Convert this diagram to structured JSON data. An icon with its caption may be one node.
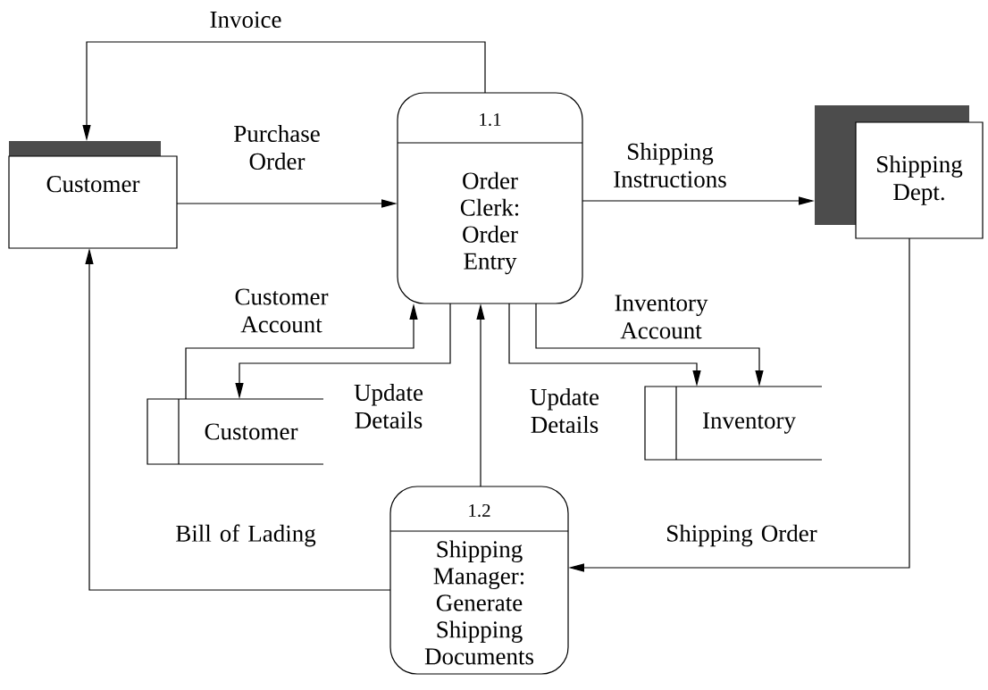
{
  "diagram": {
    "nodes": [
      {
        "text": [
          "Customer"
        ]
      },
      {
        "text": [
          "1.1",
          "Order Clerk: Order Entry"
        ]
      },
      {
        "text": [
          "Shipping Dept."
        ]
      },
      {
        "text": [
          "Customer"
        ]
      },
      {
        "text": [
          "Inventory"
        ]
      },
      {
        "text": [
          "1.2",
          "Shipping Manager: Generate Shipping Documents"
        ]
      }
    ],
    "edges": [
      {
        "from": 1,
        "to": 0,
        "arrow": "to",
        "label": "Invoice"
      },
      {
        "from": 0,
        "to": 1,
        "arrow": "to",
        "label": "Purchase Order"
      },
      {
        "from": 1,
        "to": 2,
        "arrow": "to",
        "label": "Shipping Instructions"
      },
      {
        "from": 3,
        "to": 1,
        "arrow": "to",
        "label": "Customer Account"
      },
      {
        "from": 1,
        "to": 3,
        "arrow": "to",
        "label": "Update Details"
      },
      {
        "from": 5,
        "to": 1,
        "arrow": "to"
      },
      {
        "from": 1,
        "to": 4,
        "arrow": "to",
        "label": "Update Details"
      },
      {
        "from": 1,
        "to": 4,
        "arrow": "to",
        "label": "Inventory Account"
      },
      {
        "from": 2,
        "to": 5,
        "arrow": "to",
        "label": "Shipping Order"
      },
      {
        "from": 5,
        "to": 0,
        "arrow": "to",
        "label": "Bill of Lading"
      }
    ]
  }
}
